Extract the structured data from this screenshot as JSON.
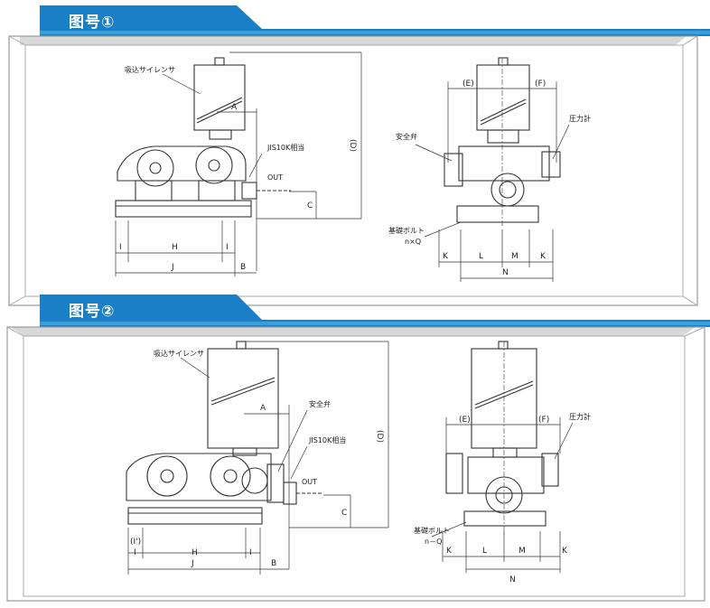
{
  "figure1": {
    "title": "图号①",
    "side": {
      "silencer": "吸込サイレンサ",
      "jis": "JIS10K相当",
      "out": "OUT",
      "dims": {
        "A": "A",
        "D": "(D)",
        "C": "C",
        "I_left": "I",
        "H": "H",
        "I_right": "I",
        "J": "J",
        "B": "B"
      }
    },
    "front": {
      "E": "(E)",
      "F": "(F)",
      "safety_valve": "安全弁",
      "pressure_gauge": "圧力計",
      "anchor_bolt": "基礎ボルト",
      "bolt_spec": "n×Q",
      "dims": {
        "K_left": "K",
        "L": "L",
        "M": "M",
        "K_right": "K",
        "N": "N"
      }
    }
  },
  "figure2": {
    "title": "图号②",
    "side": {
      "silencer": "吸込サイレンサ",
      "safety_valve": "安全弁",
      "jis": "JIS10K相当",
      "out": "OUT",
      "dims": {
        "A": "A",
        "D": "(D)",
        "C": "C",
        "I_paren": "(I')",
        "I_left": "I",
        "H": "H",
        "I_right": "I",
        "J": "J",
        "B": "B"
      }
    },
    "front": {
      "E": "(E)",
      "F": "(F)",
      "pressure_gauge": "圧力計",
      "anchor_bolt": "基礎ボルト",
      "bolt_spec": "n－Q",
      "dims": {
        "K_left": "K",
        "L": "L",
        "M": "M",
        "K_right": "K",
        "N": "N"
      }
    }
  },
  "colors": {
    "tab": "#1a7fc6",
    "bar": "#3aa0dc",
    "frame": "#888888",
    "line": "#333333"
  }
}
